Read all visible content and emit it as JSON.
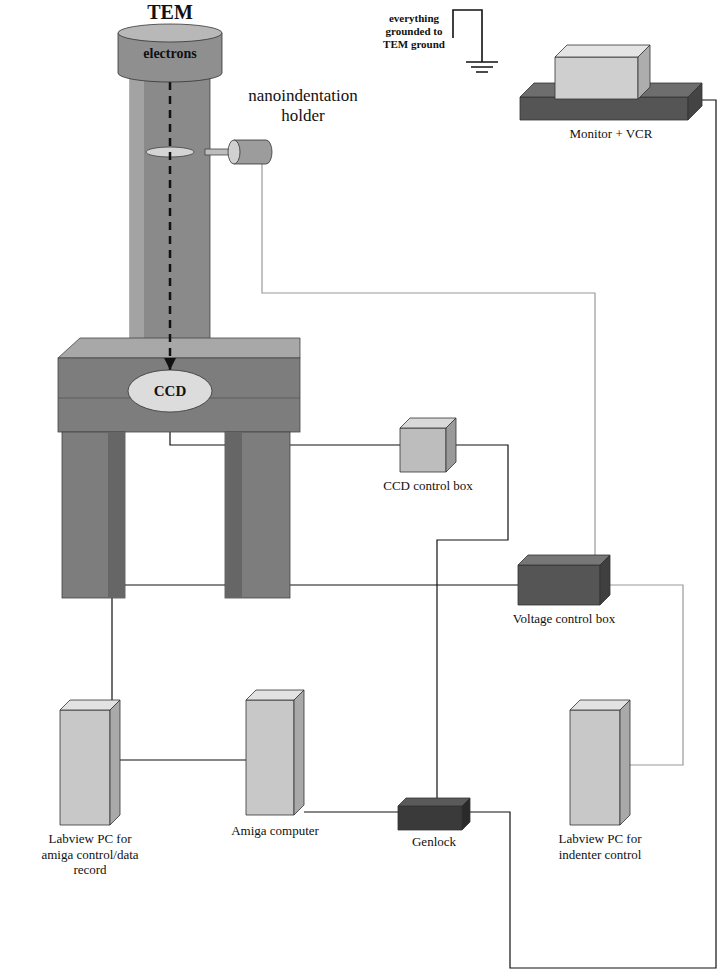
{
  "diagram": {
    "nodes": [
      {
        "text": [
          "TEM"
        ]
      },
      {
        "text": [
          "electrons"
        ],
        "in": 0
      },
      {
        "text": [
          "CCD"
        ],
        "in": 0
      },
      {
        "text": [
          "nanoindentation holder"
        ]
      },
      {
        "text": [
          "Monitor + VCR"
        ]
      },
      {
        "text": [
          "CCD control box"
        ]
      },
      {
        "text": [
          "Voltage control box"
        ]
      },
      {
        "text": [
          "Labview PC for amiga control/data record"
        ]
      },
      {
        "text": [
          "Amiga computer"
        ]
      },
      {
        "text": [
          "Genlock"
        ]
      },
      {
        "text": [
          "Labview PC for indenter control"
        ]
      }
    ],
    "edges": [
      {
        "from": 1,
        "to": 2,
        "arrow": "to"
      },
      {
        "from": 2,
        "to": 5,
        "arrow": "none"
      },
      {
        "from": 3,
        "to": 6,
        "arrow": "none"
      },
      {
        "from": 5,
        "to": 9,
        "arrow": "none"
      },
      {
        "from": 6,
        "to": 7,
        "arrow": "none"
      },
      {
        "from": 6,
        "to": 10,
        "arrow": "none"
      },
      {
        "from": 7,
        "to": 8,
        "arrow": "none"
      },
      {
        "from": 8,
        "to": 9,
        "arrow": "none"
      },
      {
        "from": 9,
        "to": 4,
        "arrow": "none"
      }
    ],
    "labels": [
      "everything grounded to TEM ground"
    ]
  }
}
